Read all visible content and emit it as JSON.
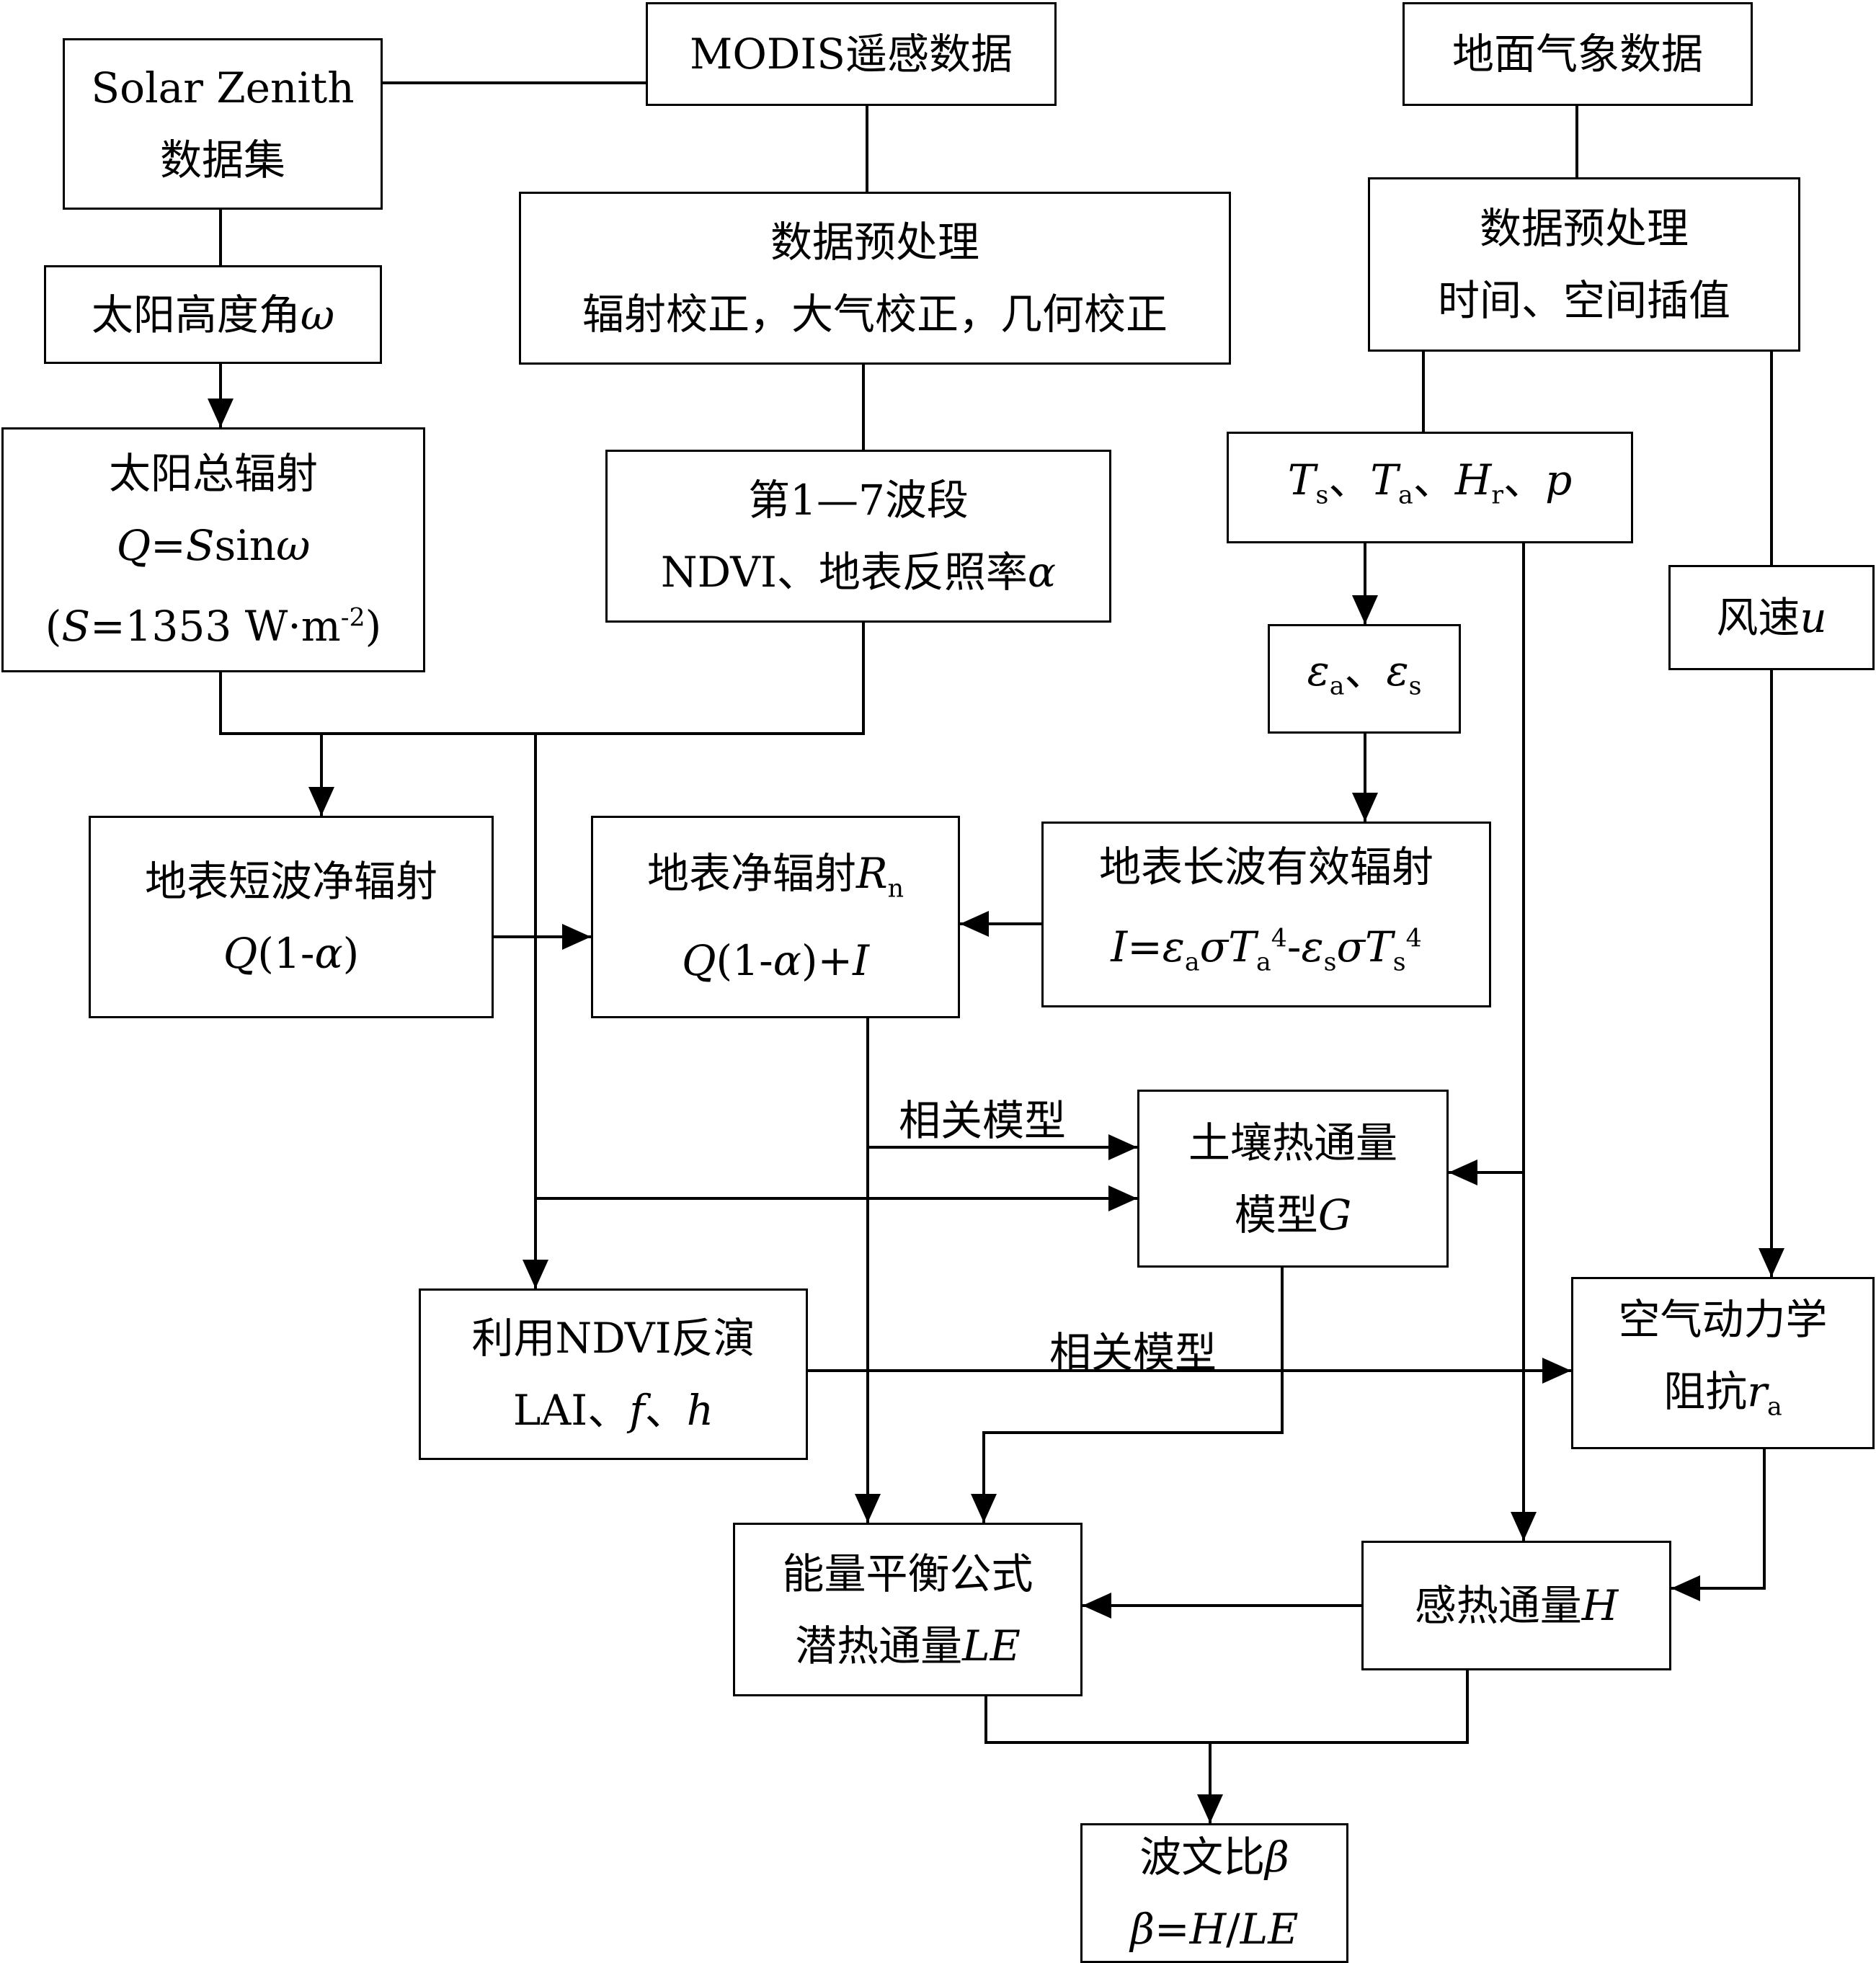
{
  "nodes": {
    "solar_zenith": {
      "line1": "Solar Zenith",
      "line2": "数据集"
    },
    "modis": {
      "line1": "MODIS遥感数据"
    },
    "ground_met": {
      "line1": "地面气象数据"
    },
    "sun_altitude": {
      "line1": "太阳高度角ω"
    },
    "preproc_modis": {
      "line1": "数据预处理",
      "line2": "辐射校正，大气校正，几何校正"
    },
    "preproc_met": {
      "line1": "数据预处理",
      "line2": "时间、空间插值"
    },
    "total_radiation": {
      "line1": "太阳总辐射",
      "line2": "Q=Ssinω",
      "line3": "(S=1353 W·m-2)"
    },
    "bands": {
      "line1": "第1—7波段",
      "line2": "NDVI、地表反照率α"
    },
    "met_vars": {
      "line1": "Ts、Ta、Hr、p"
    },
    "wind": {
      "line1": "风速u"
    },
    "emissivity": {
      "line1": "εa、εs"
    },
    "shortwave": {
      "line1": "地表短波净辐射",
      "line2": "Q(1-α)"
    },
    "net_radiation": {
      "line1": "地表净辐射Rn",
      "line2": "Q(1-α)+I"
    },
    "longwave": {
      "line1": "地表长波有效辐射",
      "line2": "I=εaσTa4-εsσTs4"
    },
    "soil_heat": {
      "line1": "土壤热通量",
      "line2": "模型G"
    },
    "ndvi_inversion": {
      "line1": "利用NDVI反演",
      "line2": "LAI、f、h"
    },
    "aero_resist": {
      "line1": "空气动力学",
      "line2": "阻抗ra"
    },
    "energy_balance": {
      "line1": "能量平衡公式",
      "line2": "潜热通量LE"
    },
    "sensible_heat": {
      "line1": "感热通量H"
    },
    "bowen": {
      "line1": "波文比β",
      "line2": "β=H/LE"
    }
  },
  "edge_labels": {
    "related_model_soil": "相关模型",
    "related_model_aero": "相关模型"
  }
}
